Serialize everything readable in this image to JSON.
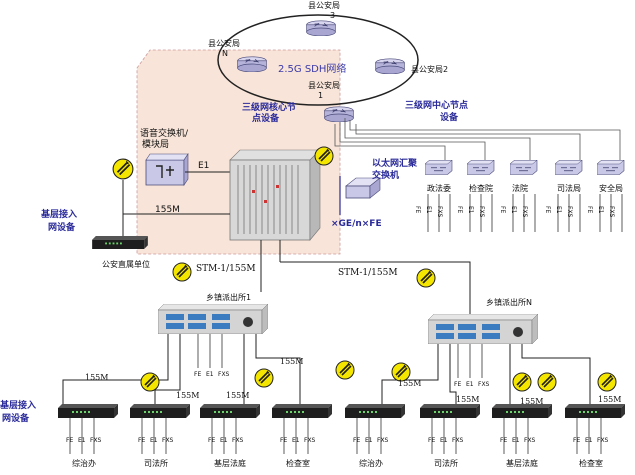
{
  "ring": {
    "title": "2.5G SDH网络",
    "node_top": "县公安局\n3",
    "node_left": "县公安局\nN",
    "node_right": "县公安局2",
    "node_bottom": "县公安局\n1"
  },
  "core": {
    "core_label": "三级网核心节点设备",
    "center_label": "三级网中心节点设备",
    "voice_label": "语音交换机/\n模块局",
    "e1": "E1",
    "eth_label": "以太网汇聚交换机",
    "ge_label": "×GE/n×FE",
    "access_label": "基层接入\n网设备",
    "link_155": "155M",
    "direct_unit": "公安直属单位"
  },
  "center_units": [
    {
      "name": "政法委",
      "ports": [
        "FE",
        "E1",
        "FXS"
      ]
    },
    {
      "name": "检查院",
      "ports": [
        "FE",
        "E1",
        "FXS"
      ]
    },
    {
      "name": "法院",
      "ports": [
        "FE",
        "E1",
        "FXS"
      ]
    },
    {
      "name": "司法局",
      "ports": [
        "FE",
        "E1",
        "FXS"
      ]
    },
    {
      "name": "安全局",
      "ports": [
        "FE",
        "E1",
        "FXS"
      ]
    }
  ],
  "uplinks": {
    "stm_left": "STM-1/155M",
    "stm_right": "STM-1/155M"
  },
  "stations": [
    {
      "name": "乡镇派出所1",
      "ports": [
        "FE",
        "E1",
        "FXS"
      ]
    },
    {
      "name": "乡镇派出所N",
      "ports": [
        "FE",
        "E1",
        "FXS"
      ]
    }
  ],
  "bottom": {
    "access_label": "基层接入\n网设备",
    "links": [
      "155M",
      "155M",
      "155M",
      "155M",
      "155M",
      "155M",
      "155M",
      "155M"
    ],
    "units": [
      {
        "name": "综治办",
        "ports": [
          "FE",
          "E1",
          "FXS"
        ]
      },
      {
        "name": "司法所",
        "ports": [
          "FE",
          "E1",
          "FXS"
        ]
      },
      {
        "name": "基层法庭",
        "ports": [
          "FE",
          "E1",
          "FXS"
        ]
      },
      {
        "name": "检查室",
        "ports": [
          "FE",
          "E1",
          "FXS"
        ]
      },
      {
        "name": "综治办",
        "ports": [
          "FE",
          "E1",
          "FXS"
        ]
      },
      {
        "name": "司法所",
        "ports": [
          "FE",
          "E1",
          "FXS"
        ]
      },
      {
        "name": "基层法庭",
        "ports": [
          "FE",
          "E1",
          "FXS"
        ]
      },
      {
        "name": "检查室",
        "ports": [
          "FE",
          "E1",
          "FXS"
        ]
      }
    ]
  },
  "colors": {
    "core_area": "#f8e4d8",
    "router": "#c9c8e6",
    "link_icon": "#f5e600",
    "title_blue": "#2a2a9a"
  }
}
